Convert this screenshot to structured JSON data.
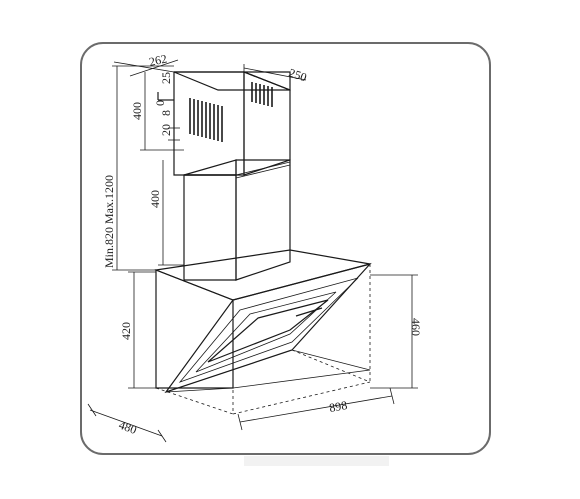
{
  "dimensions": {
    "chimney_top_depth": "262",
    "chimney_top_width": "250",
    "gap_25": "25",
    "gap_0": "0",
    "gap_8": "8",
    "gap_20": "20",
    "upper_400": "400",
    "lower_400": "400",
    "chimney_range": "Min.820  Max.1200",
    "body_height": "420",
    "total_height": "460",
    "width": "898",
    "depth": "480"
  }
}
